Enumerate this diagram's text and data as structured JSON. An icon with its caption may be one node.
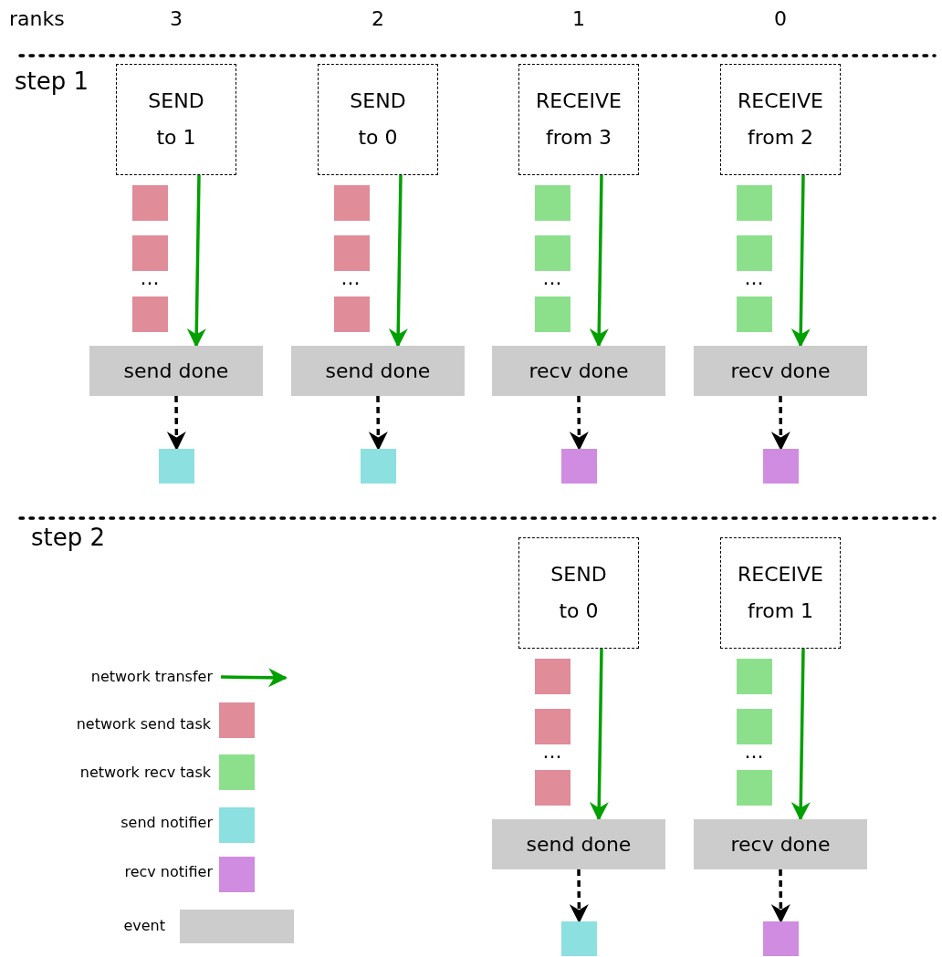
{
  "diagram": {
    "nodes": [
      {
        "text": [
          "SEND to 1"
        ]
      },
      {
        "text": [
          "SEND to 0"
        ]
      },
      {
        "text": [
          "RECEIVE from 3"
        ]
      },
      {
        "text": [
          "RECEIVE from 2"
        ]
      },
      {
        "text": [
          "send done"
        ]
      },
      {
        "text": [
          "send done"
        ]
      },
      {
        "text": [
          "recv done"
        ]
      },
      {
        "text": [
          "recv done"
        ]
      },
      {
        "text": [],
        "shape": "box"
      },
      {
        "text": [],
        "shape": "box"
      },
      {
        "text": [],
        "shape": "box"
      },
      {
        "text": [],
        "shape": "box"
      },
      {
        "text": [
          "SEND to 0"
        ]
      },
      {
        "text": [
          "RECEIVE from 1"
        ]
      },
      {
        "text": [
          "send done"
        ]
      },
      {
        "text": [
          "recv done"
        ]
      },
      {
        "text": [],
        "shape": "box"
      },
      {
        "text": [],
        "shape": "box"
      }
    ],
    "edges": [
      {
        "from": 0,
        "to": 4,
        "arrow": "to",
        "color": "#00a000"
      },
      {
        "from": 1,
        "to": 5,
        "arrow": "to",
        "color": "#00a000"
      },
      {
        "from": 2,
        "to": 6,
        "arrow": "to",
        "color": "#00a000"
      },
      {
        "from": 3,
        "to": 7,
        "arrow": "to",
        "color": "#00a000"
      },
      {
        "from": 4,
        "to": 8,
        "arrow": "to",
        "style": "dashed",
        "color": "#000000"
      },
      {
        "from": 5,
        "to": 9,
        "arrow": "to",
        "style": "dashed",
        "color": "#000000"
      },
      {
        "from": 6,
        "to": 10,
        "arrow": "to",
        "style": "dashed",
        "color": "#000000"
      },
      {
        "from": 7,
        "to": 11,
        "arrow": "to",
        "style": "dashed",
        "color": "#000000"
      },
      {
        "from": 12,
        "to": 14,
        "arrow": "to",
        "color": "#00a000"
      },
      {
        "from": 13,
        "to": 15,
        "arrow": "to",
        "color": "#00a000"
      },
      {
        "from": 14,
        "to": 16,
        "arrow": "to",
        "style": "dashed",
        "color": "#000000"
      },
      {
        "from": 15,
        "to": 17,
        "arrow": "to",
        "style": "dashed",
        "color": "#000000"
      }
    ],
    "labels": [
      "ranks",
      "3",
      "2",
      "1",
      "0",
      "step 1",
      "...",
      "...",
      "...",
      "...",
      "step 2",
      "...",
      "..."
    ],
    "legend": [
      {
        "text": "network transfer"
      },
      {
        "text": "network send task",
        "color": "#e08c99"
      },
      {
        "text": "network recv task",
        "color": "#8ce08c"
      },
      {
        "text": "send notifier",
        "color": "#8ce0e0"
      },
      {
        "text": "recv notifier",
        "color": "#cf8ce0"
      },
      {
        "text": "event",
        "color": "#cccccc"
      }
    ]
  }
}
